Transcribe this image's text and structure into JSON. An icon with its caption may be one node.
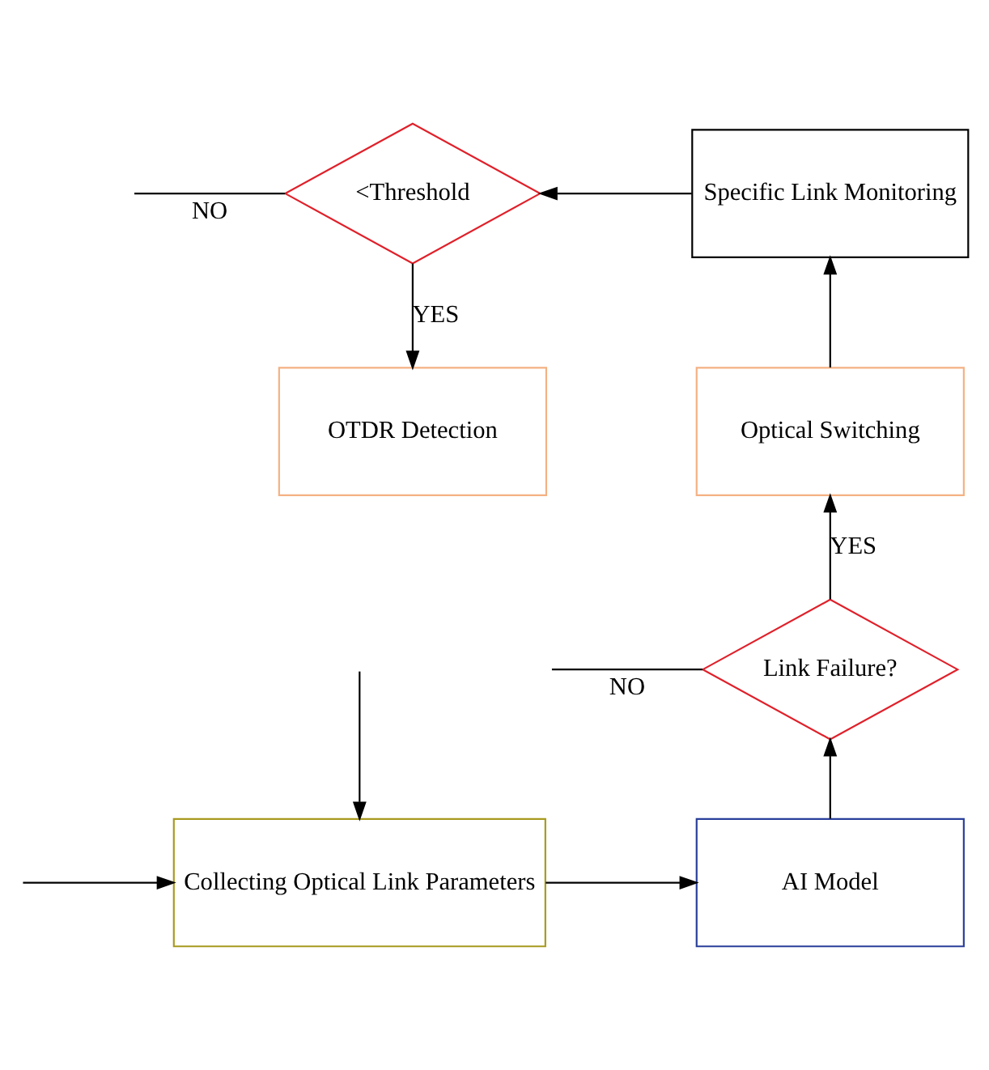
{
  "diagram": {
    "nodes": [
      {
        "text": [
          "<Threshold"
        ]
      },
      {
        "text": [
          "Specific Link Monitoring"
        ]
      },
      {
        "text": [
          "OTDR Detection"
        ]
      },
      {
        "text": [
          "Optical Switching"
        ]
      },
      {
        "text": [
          "Link Failure?"
        ]
      },
      {
        "text": [
          "Collecting Optical Link Parameters"
        ]
      },
      {
        "text": [
          "AI Model"
        ]
      }
    ],
    "edges": [
      {
        "from": 1,
        "to": 0,
        "arrow": "to"
      },
      {
        "from": 0,
        "to": 2,
        "arrow": "to",
        "label": "YES"
      },
      {
        "from": 0,
        "to": null,
        "arrow": "none",
        "label": "NO"
      },
      {
        "from": 3,
        "to": 1,
        "arrow": "to"
      },
      {
        "from": 4,
        "to": 3,
        "arrow": "to",
        "label": "YES"
      },
      {
        "from": 4,
        "to": null,
        "arrow": "none",
        "label": "NO"
      },
      {
        "from": 6,
        "to": 4,
        "arrow": "to"
      },
      {
        "from": 5,
        "to": 6,
        "arrow": "to"
      },
      {
        "from": null,
        "to": 5,
        "arrow": "to"
      },
      {
        "from": null,
        "to": 5,
        "arrow": "to"
      }
    ]
  }
}
